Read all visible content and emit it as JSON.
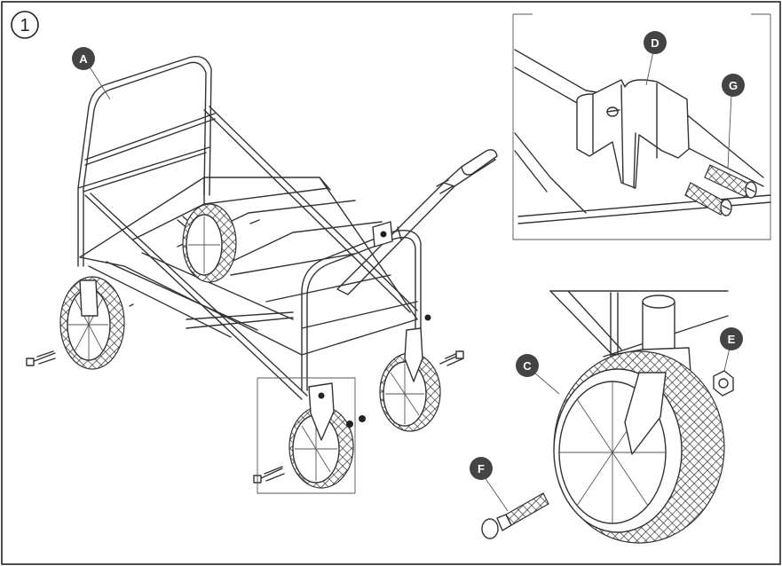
{
  "step": {
    "number": "1"
  },
  "callouts": {
    "A": "A",
    "B": "",
    "C": "C",
    "D": "D",
    "E": "E",
    "F": "F",
    "G": "G"
  }
}
